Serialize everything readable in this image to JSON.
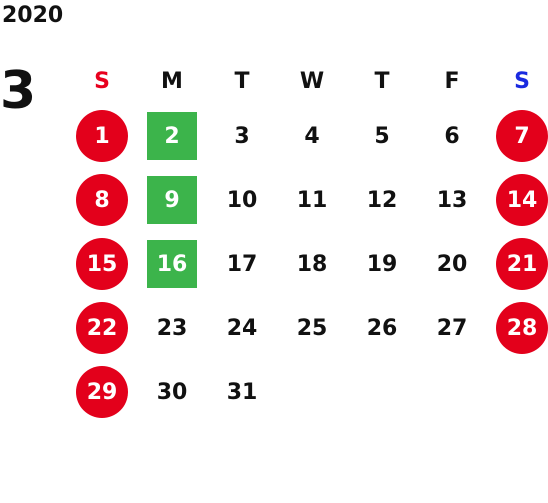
{
  "header": {
    "year": "2020",
    "month": "3"
  },
  "colors": {
    "sunday_label": "#e8001e",
    "saturday_label": "#1a2ae0",
    "holiday_circle": "#e3001b",
    "highlight_square": "#3cb44b"
  },
  "weekdays": [
    "S",
    "M",
    "T",
    "W",
    "T",
    "F",
    "S"
  ],
  "weeks": [
    [
      {
        "day": "1",
        "style": "holiday"
      },
      {
        "day": "2",
        "style": "highlight"
      },
      {
        "day": "3",
        "style": "normal"
      },
      {
        "day": "4",
        "style": "normal"
      },
      {
        "day": "5",
        "style": "normal"
      },
      {
        "day": "6",
        "style": "normal"
      },
      {
        "day": "7",
        "style": "holiday"
      }
    ],
    [
      {
        "day": "8",
        "style": "holiday"
      },
      {
        "day": "9",
        "style": "highlight"
      },
      {
        "day": "10",
        "style": "normal"
      },
      {
        "day": "11",
        "style": "normal"
      },
      {
        "day": "12",
        "style": "normal"
      },
      {
        "day": "13",
        "style": "normal"
      },
      {
        "day": "14",
        "style": "holiday"
      }
    ],
    [
      {
        "day": "15",
        "style": "holiday"
      },
      {
        "day": "16",
        "style": "highlight"
      },
      {
        "day": "17",
        "style": "normal"
      },
      {
        "day": "18",
        "style": "normal"
      },
      {
        "day": "19",
        "style": "normal"
      },
      {
        "day": "20",
        "style": "normal"
      },
      {
        "day": "21",
        "style": "holiday"
      }
    ],
    [
      {
        "day": "22",
        "style": "holiday"
      },
      {
        "day": "23",
        "style": "normal"
      },
      {
        "day": "24",
        "style": "normal"
      },
      {
        "day": "25",
        "style": "normal"
      },
      {
        "day": "26",
        "style": "normal"
      },
      {
        "day": "27",
        "style": "normal"
      },
      {
        "day": "28",
        "style": "holiday"
      }
    ],
    [
      {
        "day": "29",
        "style": "holiday"
      },
      {
        "day": "30",
        "style": "normal"
      },
      {
        "day": "31",
        "style": "normal"
      },
      {
        "day": "",
        "style": "empty"
      },
      {
        "day": "",
        "style": "empty"
      },
      {
        "day": "",
        "style": "empty"
      },
      {
        "day": "",
        "style": "empty"
      }
    ]
  ]
}
